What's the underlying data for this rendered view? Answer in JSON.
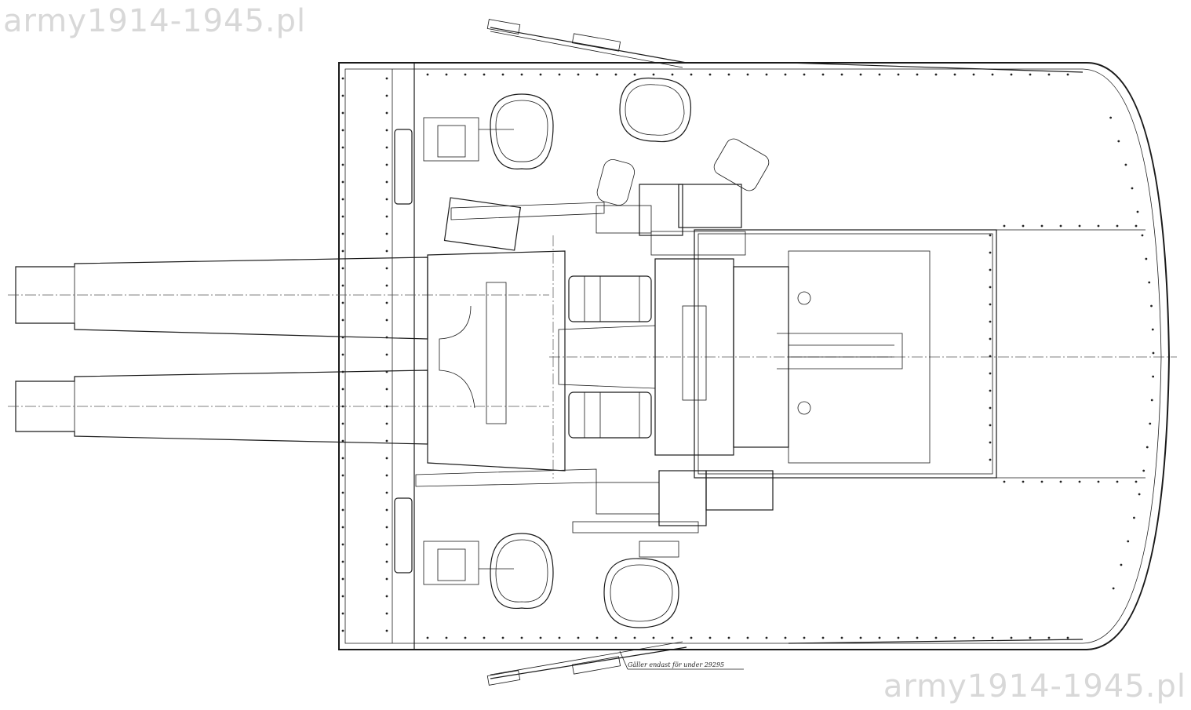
{
  "watermark_top": "army1914-1945.pl",
  "watermark_bottom": "army1914-1945.pl",
  "drawing_note": "Gäller endast för under 29295"
}
